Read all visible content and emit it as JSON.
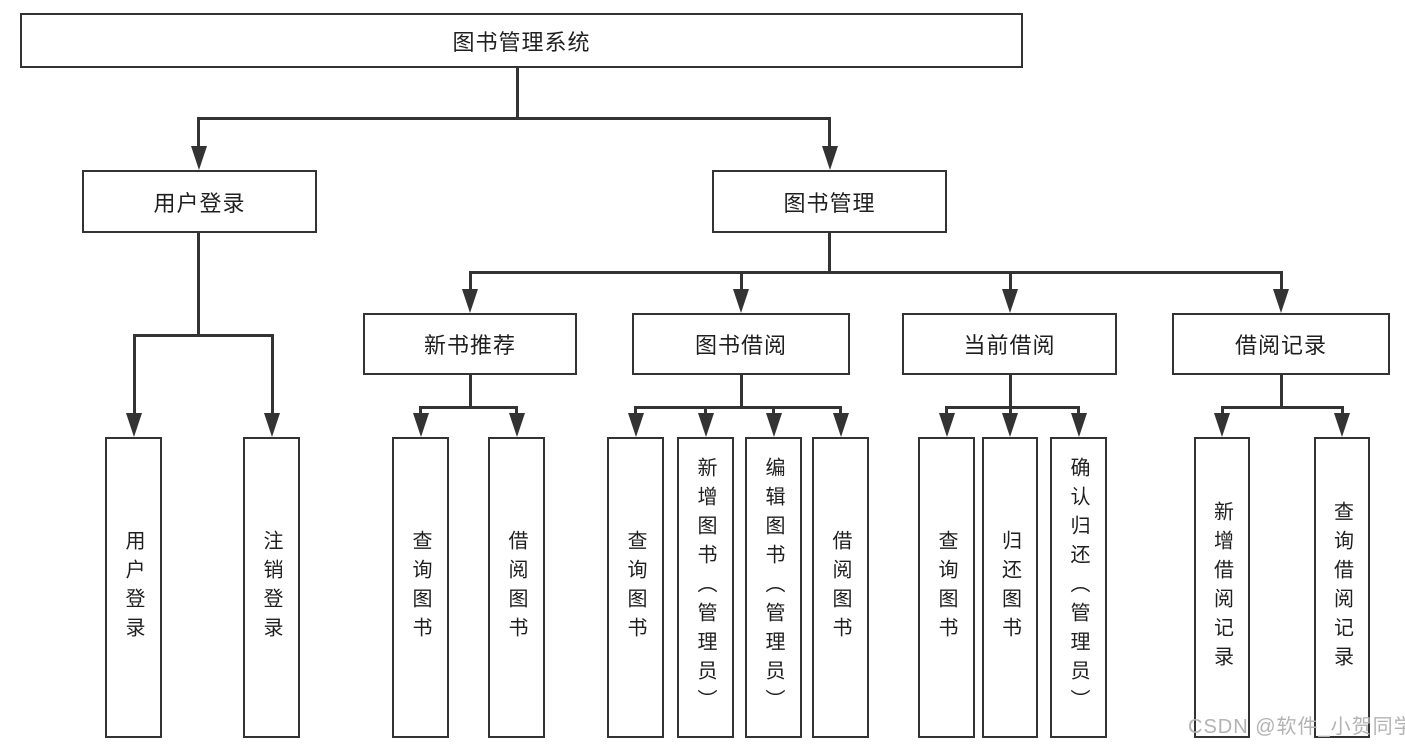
{
  "diagram": {
    "colors": {
      "line": "#333333",
      "text": "#1f1f1f",
      "box_bg": "#ffffff",
      "watermark": "#b3b3b3",
      "background": "#ffffff"
    },
    "watermark": "CSDN @软件_小贺同学",
    "nodes": {
      "root": {
        "label": "图书管理系统",
        "children": [
          "user_login",
          "book_mgmt"
        ]
      },
      "user_login": {
        "label": "用户登录",
        "children": [
          "leaf_user_login",
          "leaf_logout"
        ]
      },
      "book_mgmt": {
        "label": "图书管理",
        "children": [
          "new_book_rec",
          "book_borrow",
          "current_borrow",
          "borrow_record"
        ]
      },
      "new_book_rec": {
        "label": "新书推荐",
        "children": [
          "leaf_query_book_1",
          "leaf_borrow_book_1"
        ]
      },
      "book_borrow": {
        "label": "图书借阅",
        "children": [
          "leaf_query_book_2",
          "leaf_add_book",
          "leaf_edit_book",
          "leaf_borrow_book_2"
        ]
      },
      "current_borrow": {
        "label": "当前借阅",
        "children": [
          "leaf_query_book_3",
          "leaf_return_book",
          "leaf_confirm_return"
        ]
      },
      "borrow_record": {
        "label": "借阅记录",
        "children": [
          "leaf_add_record",
          "leaf_query_record"
        ]
      },
      "leaf_user_login": {
        "label": "用户登录"
      },
      "leaf_logout": {
        "label": "注销登录"
      },
      "leaf_query_book_1": {
        "label": "查询图书"
      },
      "leaf_borrow_book_1": {
        "label": "借阅图书"
      },
      "leaf_query_book_2": {
        "label": "查询图书"
      },
      "leaf_add_book": {
        "label": "新增图书（管理员）"
      },
      "leaf_edit_book": {
        "label": "编辑图书（管理员）"
      },
      "leaf_borrow_book_2": {
        "label": "借阅图书"
      },
      "leaf_query_book_3": {
        "label": "查询图书"
      },
      "leaf_return_book": {
        "label": "归还图书"
      },
      "leaf_confirm_return": {
        "label": "确认归还（管理员）"
      },
      "leaf_add_record": {
        "label": "新增借阅记录"
      },
      "leaf_query_record": {
        "label": "查询借阅记录"
      }
    }
  }
}
